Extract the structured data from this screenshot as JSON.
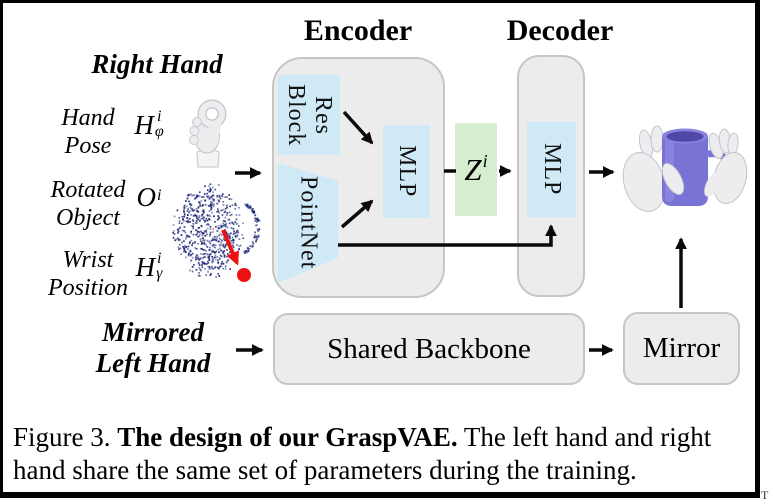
{
  "figure": {
    "encoder_label": "Encoder",
    "decoder_label": "Decoder",
    "right_hand_title": "Right Hand",
    "rows": {
      "hand_pose": {
        "l1": "Hand",
        "l2": "Pose",
        "base": "H",
        "sup": "i",
        "sub": "φ"
      },
      "rotated_object": {
        "l1": "Rotated",
        "l2": "Object",
        "base": "O",
        "sup": "i",
        "sub": ""
      },
      "wrist_position": {
        "l1": "Wrist",
        "l2": "Position",
        "base": "H",
        "sup": "i",
        "sub": "γ"
      }
    },
    "blocks": {
      "res_block_l1": "Res",
      "res_block_l2": "Block",
      "pointnet": "PointNet",
      "encoder_mlp": "MLP",
      "decoder_mlp": "MLP",
      "latent_base": "Z",
      "latent_sup": "i",
      "shared_backbone": "Shared Backbone",
      "mirror": "Mirror"
    },
    "mirrored_title_l1": "Mirrored",
    "mirrored_title_l2": "Left Hand",
    "caption": {
      "line1_prefix": "Figure 3. ",
      "line1_bold": "The design of our GraspVAE.",
      "line1_rest": " The left hand and right",
      "line2": "hand share the same set of parameters during the training."
    },
    "corner_artifact": "T",
    "colors": {
      "block_blue": "#cfe9f6",
      "latent_green": "#d6eecf",
      "container_gray": "#ececec",
      "container_border": "#c6c6c6",
      "point_navy": "#1b2575",
      "marker_red": "#ee1111",
      "mug_purple": "#7a73d6",
      "hand_gray": "#ededef"
    }
  }
}
